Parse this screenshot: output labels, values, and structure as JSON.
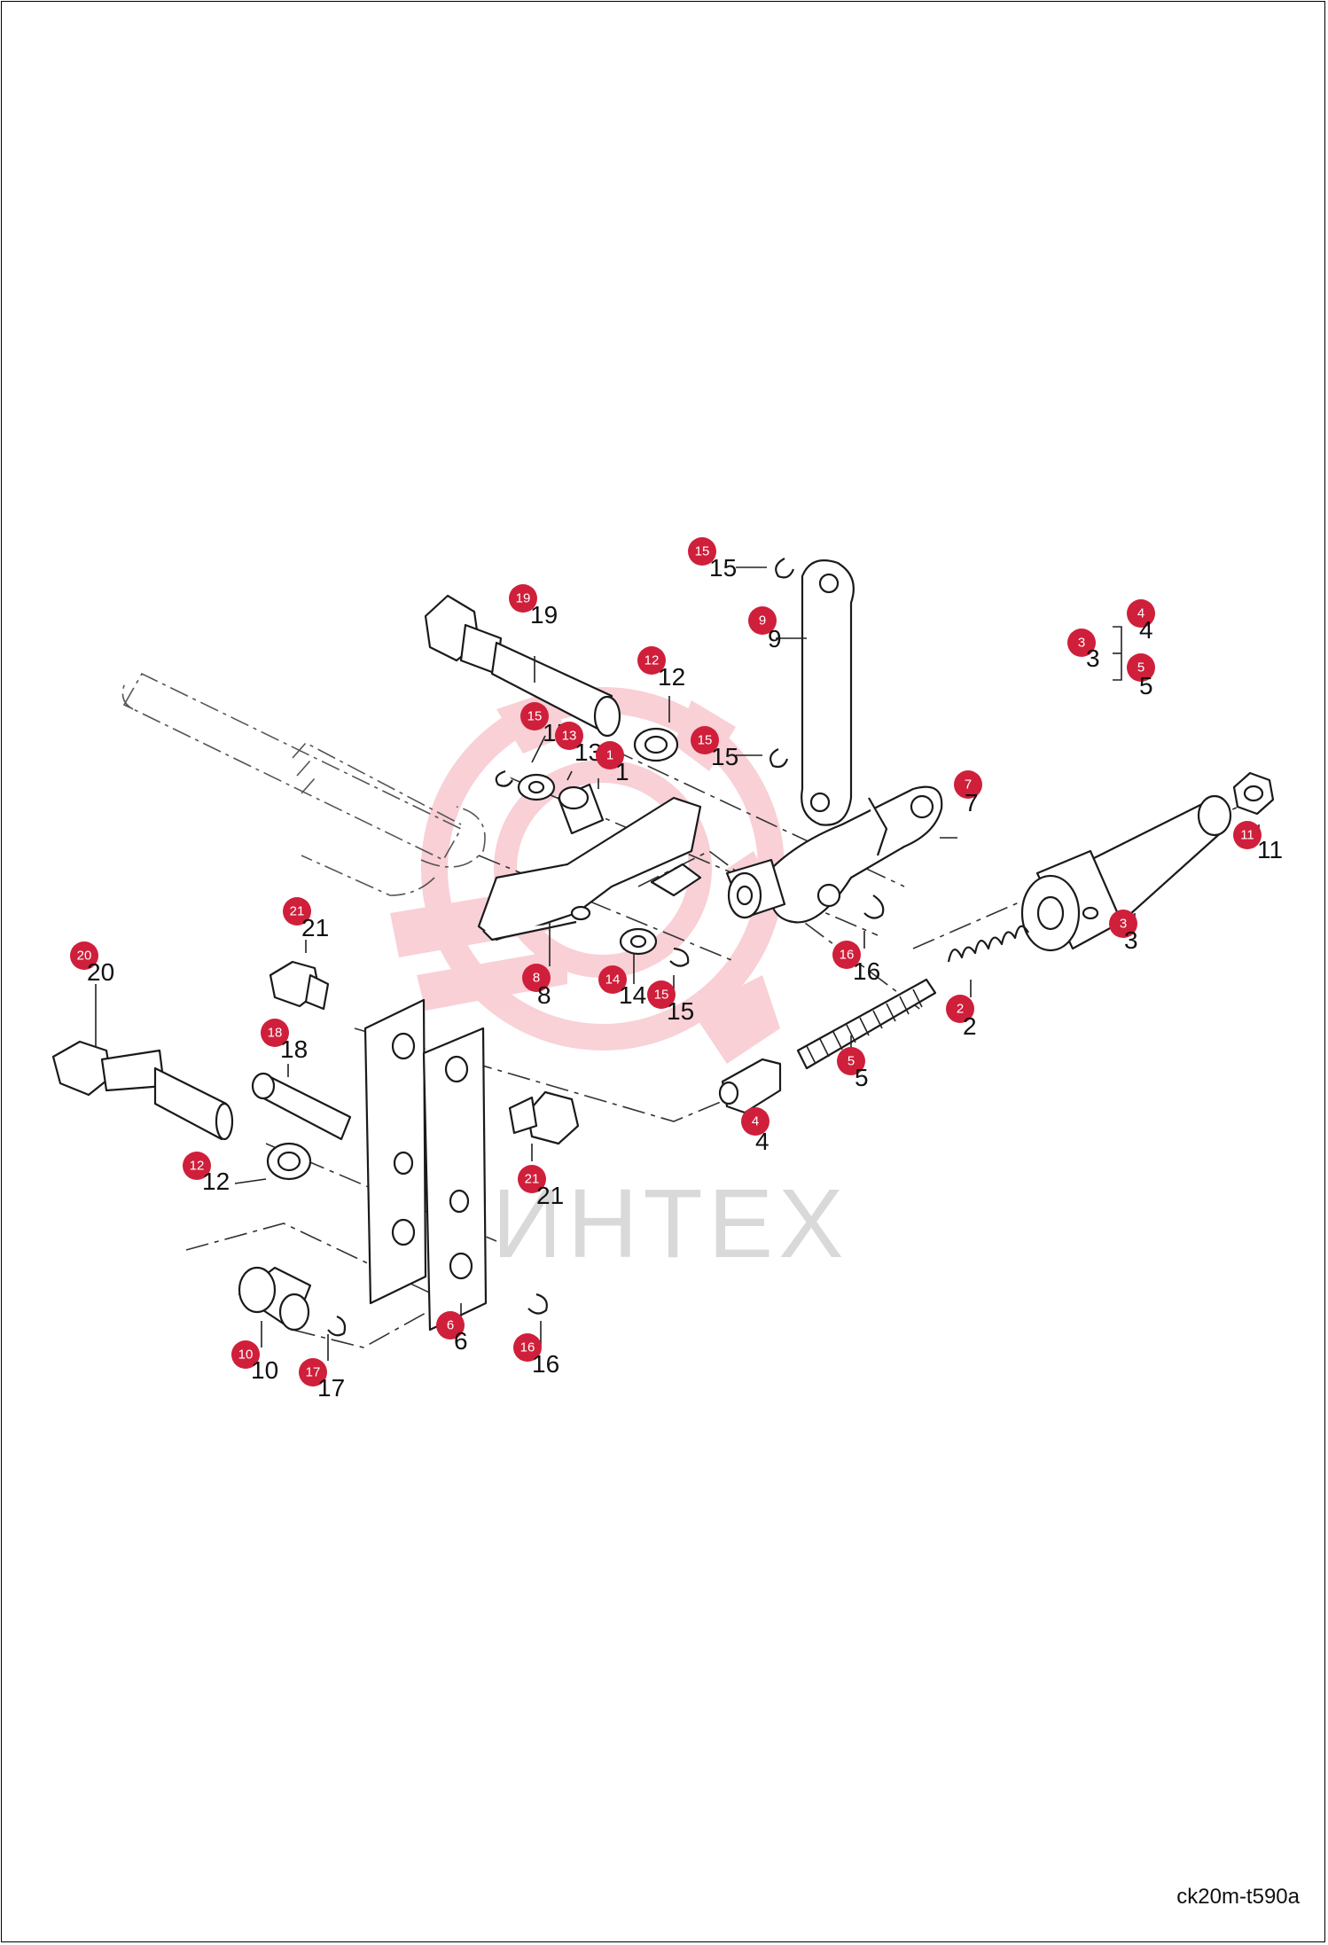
{
  "drawing_code": "ck20m-t590a",
  "watermark_text": "ИНТЕХ",
  "colors": {
    "badge": "#cf1f3b",
    "line": "#1a1a1a",
    "watermark": "#f2b8c0"
  },
  "callouts": [
    {
      "id": "c15a",
      "num": "15",
      "label": "15"
    },
    {
      "id": "c19",
      "num": "19",
      "label": "19"
    },
    {
      "id": "c9",
      "num": "9",
      "label": "9"
    },
    {
      "id": "c12a",
      "num": "12",
      "label": "12"
    },
    {
      "id": "c15b",
      "num": "15",
      "label": "15"
    },
    {
      "id": "c13",
      "num": "13",
      "label": "13"
    },
    {
      "id": "c1",
      "num": "1",
      "label": "1"
    },
    {
      "id": "c15c",
      "num": "15",
      "label": "15"
    },
    {
      "id": "c7",
      "num": "7",
      "label": "7"
    },
    {
      "id": "c3a",
      "num": "3",
      "label": "3"
    },
    {
      "id": "c4a",
      "num": "4",
      "label": "4"
    },
    {
      "id": "c5a",
      "num": "5",
      "label": "5"
    },
    {
      "id": "c11",
      "num": "11",
      "label": "11"
    },
    {
      "id": "c3b",
      "num": "3",
      "label": "3"
    },
    {
      "id": "c16a",
      "num": "16",
      "label": "16"
    },
    {
      "id": "c2",
      "num": "2",
      "label": "2"
    },
    {
      "id": "c5b",
      "num": "5",
      "label": "5"
    },
    {
      "id": "c4b",
      "num": "4",
      "label": "4"
    },
    {
      "id": "c8",
      "num": "8",
      "label": "8"
    },
    {
      "id": "c14",
      "num": "14",
      "label": "14"
    },
    {
      "id": "c15d",
      "num": "15",
      "label": "15"
    },
    {
      "id": "c21a",
      "num": "21",
      "label": "21"
    },
    {
      "id": "c20",
      "num": "20",
      "label": "20"
    },
    {
      "id": "c18",
      "num": "18",
      "label": "18"
    },
    {
      "id": "c12b",
      "num": "12",
      "label": "12"
    },
    {
      "id": "c21b",
      "num": "21",
      "label": "21"
    },
    {
      "id": "c6",
      "num": "6",
      "label": "6"
    },
    {
      "id": "c10",
      "num": "10",
      "label": "10"
    },
    {
      "id": "c17",
      "num": "17",
      "label": "17"
    },
    {
      "id": "c16b",
      "num": "16",
      "label": "16"
    }
  ]
}
